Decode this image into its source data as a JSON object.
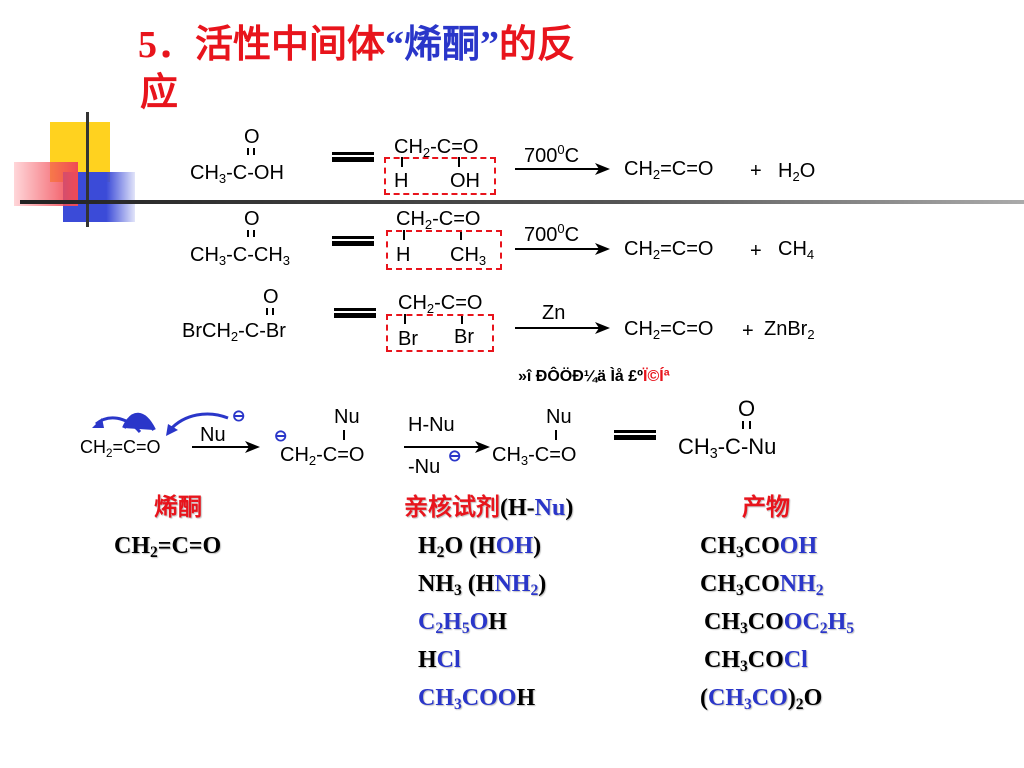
{
  "title": {
    "prefix": "5．活性中间体",
    "quote_open": "“",
    "quoted": "烯酮",
    "quote_close": "”",
    "suffix_line1": "的反",
    "line2": "应"
  },
  "reactions": {
    "r1": {
      "reactant_o": "O",
      "reactant_main": "CH3-C-OH",
      "mid_top": "CH2-C=O",
      "mid_left": "H",
      "mid_right": "OH",
      "condition": "7000C",
      "product": "CH2=C=O",
      "plus": "+",
      "byproduct": "H2O"
    },
    "r2": {
      "reactant_o": "O",
      "reactant_main": "CH3-C-CH3",
      "mid_top": "CH2-C=O",
      "mid_left": "H",
      "mid_right": "CH3",
      "condition": "7000C",
      "product": "CH2=C=O",
      "plus": "+",
      "byproduct": "CH4"
    },
    "r3": {
      "reactant_o": "O",
      "reactant_main": "BrCH2-C-Br",
      "mid_top": "CH2-C=O",
      "mid_left": "Br",
      "mid_right": "Br",
      "condition": "Zn",
      "product": "CH2=C=O",
      "plus": "+",
      "byproduct": "ZnBr2"
    }
  },
  "garbled_caption": {
    "black": "»î ÐÔÖÐ¼ä Ìå £º",
    "red": "Ï©Íª"
  },
  "mechanism": {
    "ketene": "CH2=C=O",
    "arrow_reagent": "Nu",
    "charge": "⊖",
    "anion_nu": "Nu",
    "anion_main": "CH2-C=O",
    "step2_top": "H-Nu",
    "step2_bottom": "-Nu",
    "prod_nu": "Nu",
    "prod_main": "CH3-C=O",
    "final_o": "O",
    "final_main": "CH3-C-Nu"
  },
  "table": {
    "headers": [
      "烯酮",
      "亲核试剂(H-Nu)",
      "产物"
    ],
    "ketene": "CH2=C=O",
    "rows": [
      {
        "reagent": "H2O (HOH)",
        "product": "CH3COOH"
      },
      {
        "reagent": "NH3 (HNH2)",
        "product": "CH3CONH2"
      },
      {
        "reagent": "C2H5OH",
        "product": "CH3COOC2H5"
      },
      {
        "reagent": "HCl",
        "product": "CH3COCl"
      },
      {
        "reagent": "CH3COOH",
        "product": "(CH3CO)2O"
      }
    ]
  },
  "colors": {
    "accent_red": "#e8141c",
    "accent_blue": "#2a36c9",
    "deco_yellow": "#ffd21f",
    "deco_blue": "#3b4bd8"
  }
}
